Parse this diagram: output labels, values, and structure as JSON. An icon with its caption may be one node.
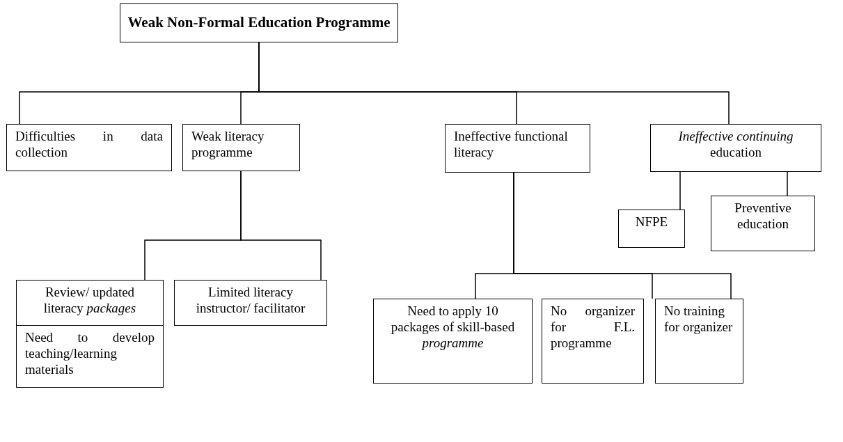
{
  "diagram": {
    "nodes": [
      {
        "text": [
          "Weak Non-Formal Education Programme"
        ]
      },
      {
        "text": [
          "Difficulties in data collection"
        ]
      },
      {
        "text": [
          "Weak literacy programme"
        ]
      },
      {
        "text": [
          "Ineffective functional literacy"
        ]
      },
      {
        "text": [
          "*Ineffective continuing* education"
        ]
      },
      {
        "text": [
          "NFPE"
        ]
      },
      {
        "text": [
          "Preventive education"
        ]
      },
      {
        "text": [
          "Review/ updated literacy *packages*"
        ]
      },
      {
        "text": [
          "Need to develop teaching/learning materials"
        ]
      },
      {
        "text": [
          "Limited literacy instructor/ facilitator"
        ]
      },
      {
        "text": [
          "Need to apply 10 packages of skill-based *programme*"
        ]
      },
      {
        "text": [
          "No organizer for F.L. programme"
        ]
      },
      {
        "text": [
          "No training for organizer"
        ]
      }
    ],
    "edges": [
      {
        "from": 0,
        "to": 1,
        "arrow": "none"
      },
      {
        "from": 0,
        "to": 2,
        "arrow": "none"
      },
      {
        "from": 0,
        "to": 3,
        "arrow": "none"
      },
      {
        "from": 0,
        "to": 4,
        "arrow": "none"
      },
      {
        "from": 2,
        "to": 7,
        "arrow": "none"
      },
      {
        "from": 2,
        "to": 9,
        "arrow": "none"
      },
      {
        "from": 3,
        "to": 10,
        "arrow": "none"
      },
      {
        "from": 3,
        "to": 11,
        "arrow": "none"
      },
      {
        "from": 3,
        "to": 12,
        "arrow": "none"
      },
      {
        "from": 4,
        "to": 5,
        "arrow": "none"
      },
      {
        "from": 4,
        "to": 6,
        "arrow": "none"
      }
    ]
  }
}
